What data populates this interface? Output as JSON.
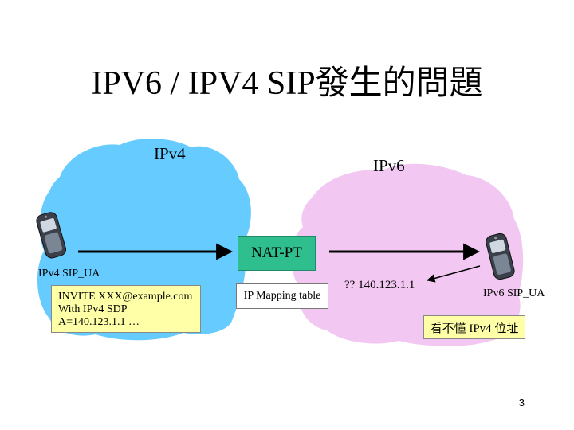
{
  "title": "IPV6 / IPV4 SIP發生的問題",
  "clouds": {
    "ipv4_label": "IPv4",
    "ipv6_label": "IPv6"
  },
  "nat": {
    "label": "NAT-PT",
    "mapping_label": "IP Mapping table"
  },
  "ua": {
    "ipv4_label": "IPv4 SIP_UA",
    "ipv6_label": "IPv6 SIP_UA"
  },
  "invite_note": {
    "line1": "INVITE  XXX@example.com",
    "line2": "With IPv4 SDP",
    "line3": "A=140.123.1.1 …"
  },
  "unknown_address": "?? 140.123.1.1",
  "warning": "看不懂 IPv4 位址",
  "page_number": "3",
  "colors": {
    "ipv4_cloud": "#66ccff",
    "ipv6_cloud": "#f2c8f2",
    "nat_box": "#2fbf8f",
    "note_bg": "#ffffa8"
  }
}
